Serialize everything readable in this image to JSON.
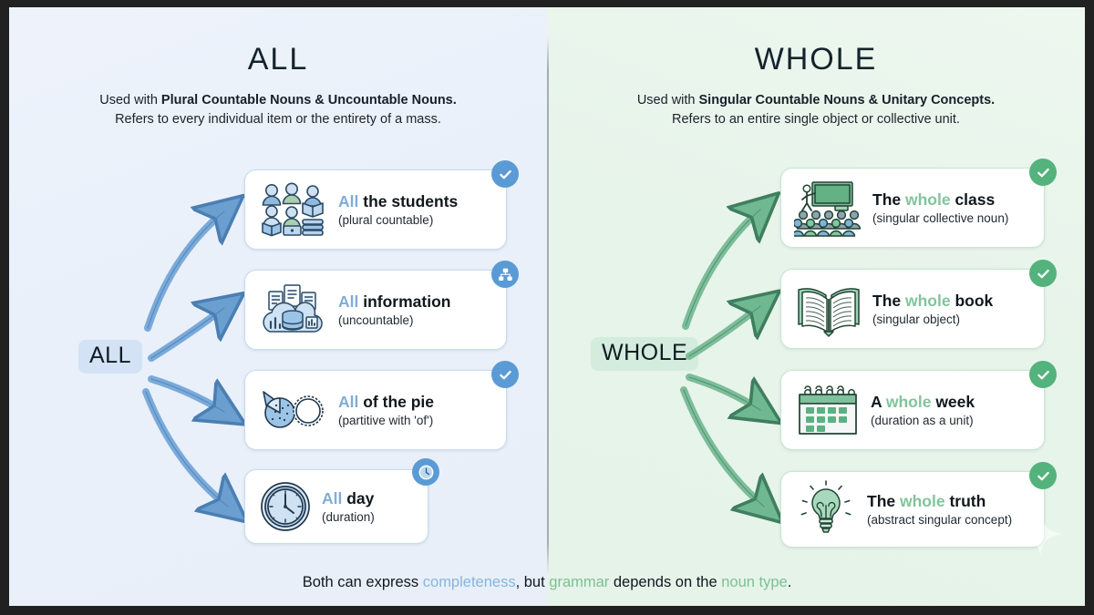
{
  "left": {
    "title": "ALL",
    "subtitle_line1_prefix": "Used with ",
    "subtitle_line1_bold": "Plural Countable Nouns & Uncountable Nouns.",
    "subtitle_line2": "Refers to every individual item or the entirety of a mass.",
    "root_label": "ALL",
    "accent": "#5b9bd5",
    "keyword_color": "#7fadd8",
    "panel_bg": "#e9f0fa",
    "cards": [
      {
        "keyword": "All",
        "rest": " the students",
        "sub": "(plural countable)",
        "icon": "students-group-icon",
        "badge": "check-icon"
      },
      {
        "keyword": "All",
        "rest": " information",
        "sub": "(uncountable)",
        "icon": "cloud-data-icon",
        "badge": "hierarchy-icon"
      },
      {
        "keyword": "All",
        "rest": " of the pie",
        "sub": "(partitive with 'of')",
        "icon": "pie-slice-icon",
        "badge": "check-icon"
      },
      {
        "keyword": "All",
        "rest": " day",
        "sub": "(duration)",
        "icon": "clock-icon",
        "badge": "clock-icon"
      }
    ]
  },
  "right": {
    "title": "WHOLE",
    "subtitle_line1_prefix": "Used with ",
    "subtitle_line1_bold": "Singular Countable Nouns & Unitary Concepts.",
    "subtitle_line2": "Refers to an entire single object or collective unit.",
    "root_label": "WHOLE",
    "accent": "#54b27c",
    "keyword_color": "#82c49b",
    "panel_bg": "#e7f4ea",
    "cards": [
      {
        "pre": "The ",
        "keyword": "whole",
        "rest": " class",
        "sub": "(singular collective noun)",
        "icon": "classroom-icon",
        "badge": "check-icon"
      },
      {
        "pre": "The ",
        "keyword": "whole",
        "rest": " book",
        "sub": "(singular object)",
        "icon": "open-book-icon",
        "badge": "check-icon"
      },
      {
        "pre": "A ",
        "keyword": "whole",
        "rest": " week",
        "sub": "(duration as a unit)",
        "icon": "calendar-icon",
        "badge": "check-icon"
      },
      {
        "pre": "The ",
        "keyword": "whole",
        "rest": " truth",
        "sub": "(abstract singular concept)",
        "icon": "lightbulb-icon",
        "badge": "check-icon"
      }
    ]
  },
  "footer": {
    "part1": "Both can express ",
    "highlight1": "completeness",
    "part2": ", but ",
    "highlight2": "grammar",
    "part3": " depends on the ",
    "highlight3": "noun type",
    "part4": "."
  }
}
